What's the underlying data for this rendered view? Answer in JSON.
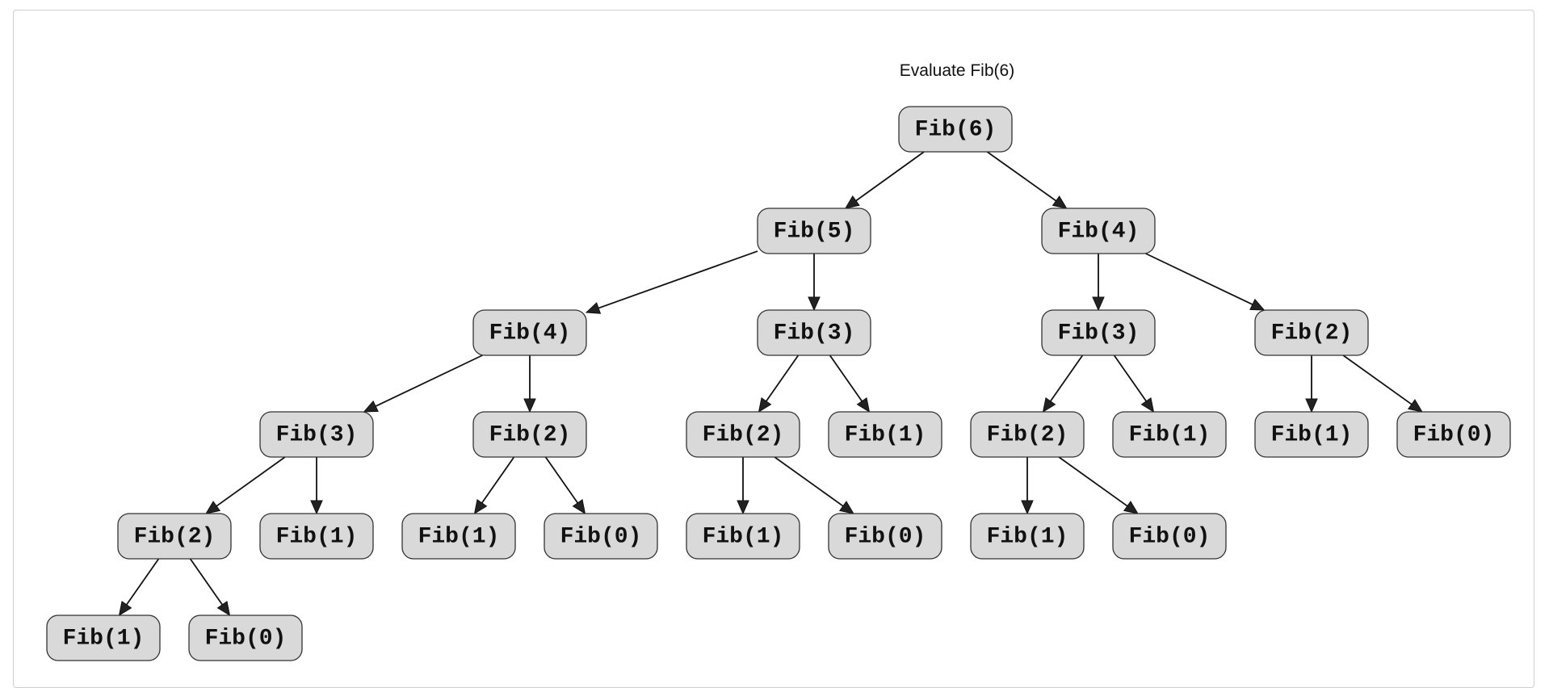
{
  "title": "Evaluate Fib(6)",
  "colors": {
    "node_fill": "#d9d9d9",
    "node_stroke": "#333333",
    "edge": "#111111"
  },
  "nodes": [
    {
      "id": "n0",
      "label": "Fib(6)"
    },
    {
      "id": "n1",
      "label": "Fib(5)"
    },
    {
      "id": "n2",
      "label": "Fib(4)"
    },
    {
      "id": "n3",
      "label": "Fib(4)"
    },
    {
      "id": "n4",
      "label": "Fib(3)"
    },
    {
      "id": "n5",
      "label": "Fib(3)"
    },
    {
      "id": "n6",
      "label": "Fib(2)"
    },
    {
      "id": "n7",
      "label": "Fib(3)"
    },
    {
      "id": "n8",
      "label": "Fib(2)"
    },
    {
      "id": "n9",
      "label": "Fib(2)"
    },
    {
      "id": "n10",
      "label": "Fib(1)"
    },
    {
      "id": "n11",
      "label": "Fib(2)"
    },
    {
      "id": "n12",
      "label": "Fib(1)"
    },
    {
      "id": "n13",
      "label": "Fib(1)"
    },
    {
      "id": "n14",
      "label": "Fib(0)"
    },
    {
      "id": "n15",
      "label": "Fib(2)"
    },
    {
      "id": "n16",
      "label": "Fib(1)"
    },
    {
      "id": "n17",
      "label": "Fib(1)"
    },
    {
      "id": "n18",
      "label": "Fib(0)"
    },
    {
      "id": "n19",
      "label": "Fib(1)"
    },
    {
      "id": "n20",
      "label": "Fib(0)"
    },
    {
      "id": "n21",
      "label": "Fib(1)"
    },
    {
      "id": "n22",
      "label": "Fib(0)"
    },
    {
      "id": "n23",
      "label": "Fib(1)"
    },
    {
      "id": "n24",
      "label": "Fib(0)"
    }
  ],
  "edges": [
    [
      "n0",
      "n1"
    ],
    [
      "n0",
      "n2"
    ],
    [
      "n1",
      "n3"
    ],
    [
      "n1",
      "n4"
    ],
    [
      "n2",
      "n5"
    ],
    [
      "n2",
      "n6"
    ],
    [
      "n3",
      "n7"
    ],
    [
      "n3",
      "n8"
    ],
    [
      "n4",
      "n9"
    ],
    [
      "n4",
      "n10"
    ],
    [
      "n5",
      "n11"
    ],
    [
      "n5",
      "n12"
    ],
    [
      "n6",
      "n13"
    ],
    [
      "n6",
      "n14"
    ],
    [
      "n7",
      "n15"
    ],
    [
      "n7",
      "n16"
    ],
    [
      "n8",
      "n17"
    ],
    [
      "n8",
      "n18"
    ],
    [
      "n9",
      "n19"
    ],
    [
      "n9",
      "n20"
    ],
    [
      "n11",
      "n21"
    ],
    [
      "n11",
      "n22"
    ],
    [
      "n15",
      "n23"
    ],
    [
      "n15",
      "n24"
    ]
  ]
}
